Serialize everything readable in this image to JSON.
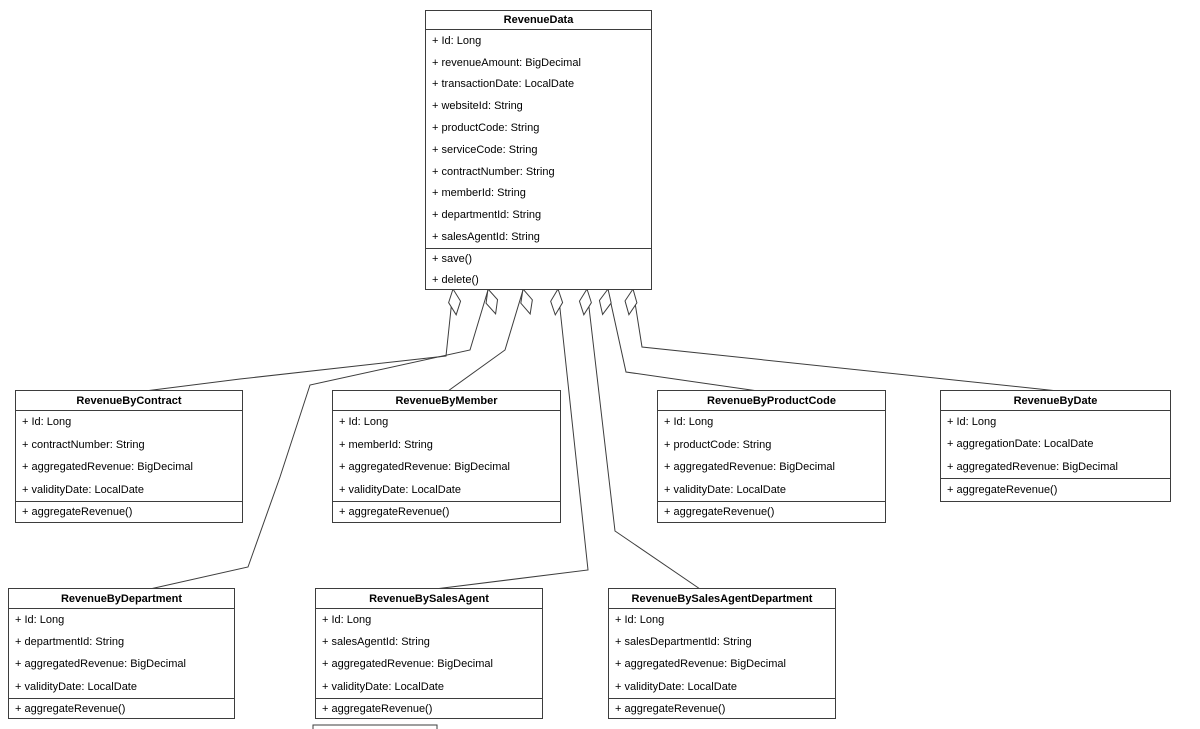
{
  "diagram": {
    "title": "Revenue aggregation UML class diagram",
    "colors": {
      "background": "#ffffff",
      "line": "#3d3d3d",
      "box_fill": "#ffffff",
      "text": "#000000"
    },
    "classes": [
      {
        "name": "RevenueData",
        "attributes": [
          "+ Id: Long",
          "+ revenueAmount: BigDecimal",
          "+ transactionDate: LocalDate",
          "+ websiteId: String",
          "+ productCode: String",
          "+ serviceCode: String",
          "+ contractNumber: String",
          "+ memberId: String",
          "+ departmentId: String",
          "+ salesAgentId: String"
        ],
        "methods": [
          "+ save()",
          "+ delete()"
        ]
      },
      {
        "name": "RevenueByContract",
        "attributes": [
          "+ Id: Long",
          "+ contractNumber: String",
          "+ aggregatedRevenue: BigDecimal",
          "+ validityDate: LocalDate"
        ],
        "methods": [
          "+ aggregateRevenue()"
        ]
      },
      {
        "name": "RevenueByMember",
        "attributes": [
          "+ Id: Long",
          "+ memberId: String",
          "+ aggregatedRevenue: BigDecimal",
          "+ validityDate: LocalDate"
        ],
        "methods": [
          "+ aggregateRevenue()"
        ]
      },
      {
        "name": "RevenueByProductCode",
        "attributes": [
          "+ Id: Long",
          "+ productCode: String",
          "+ aggregatedRevenue: BigDecimal",
          "+ validityDate: LocalDate"
        ],
        "methods": [
          "+ aggregateRevenue()"
        ]
      },
      {
        "name": "RevenueByDate",
        "attributes": [
          "+ Id: Long",
          "+ aggregationDate: LocalDate",
          "+ aggregatedRevenue: BigDecimal"
        ],
        "methods": [
          "+ aggregateRevenue()"
        ]
      },
      {
        "name": "RevenueByDepartment",
        "attributes": [
          "+ Id: Long",
          "+ departmentId: String",
          "+ aggregatedRevenue: BigDecimal",
          "+ validityDate: LocalDate"
        ],
        "methods": [
          "+ aggregateRevenue()"
        ]
      },
      {
        "name": "RevenueBySalesAgent",
        "attributes": [
          "+ Id: Long",
          "+ salesAgentId: String",
          "+ aggregatedRevenue: BigDecimal",
          "+ validityDate: LocalDate"
        ],
        "methods": [
          "+ aggregateRevenue()"
        ]
      },
      {
        "name": "RevenueBySalesAgentDepartment",
        "attributes": [
          "+ Id: Long",
          "+ salesDepartmentId: String",
          "+ aggregatedRevenue: BigDecimal",
          "+ validityDate: LocalDate"
        ],
        "methods": [
          "+ aggregateRevenue()"
        ]
      }
    ],
    "relationships": [
      {
        "parent": "RevenueData",
        "child": "RevenueByContract",
        "type": "aggregation"
      },
      {
        "parent": "RevenueData",
        "child": "RevenueByDepartment",
        "type": "aggregation"
      },
      {
        "parent": "RevenueData",
        "child": "RevenueByMember",
        "type": "aggregation"
      },
      {
        "parent": "RevenueData",
        "child": "RevenueBySalesAgent",
        "type": "aggregation"
      },
      {
        "parent": "RevenueData",
        "child": "RevenueBySalesAgentDepartment",
        "type": "aggregation"
      },
      {
        "parent": "RevenueData",
        "child": "RevenueByProductCode",
        "type": "aggregation"
      },
      {
        "parent": "RevenueData",
        "child": "RevenueByDate",
        "type": "aggregation"
      }
    ]
  }
}
